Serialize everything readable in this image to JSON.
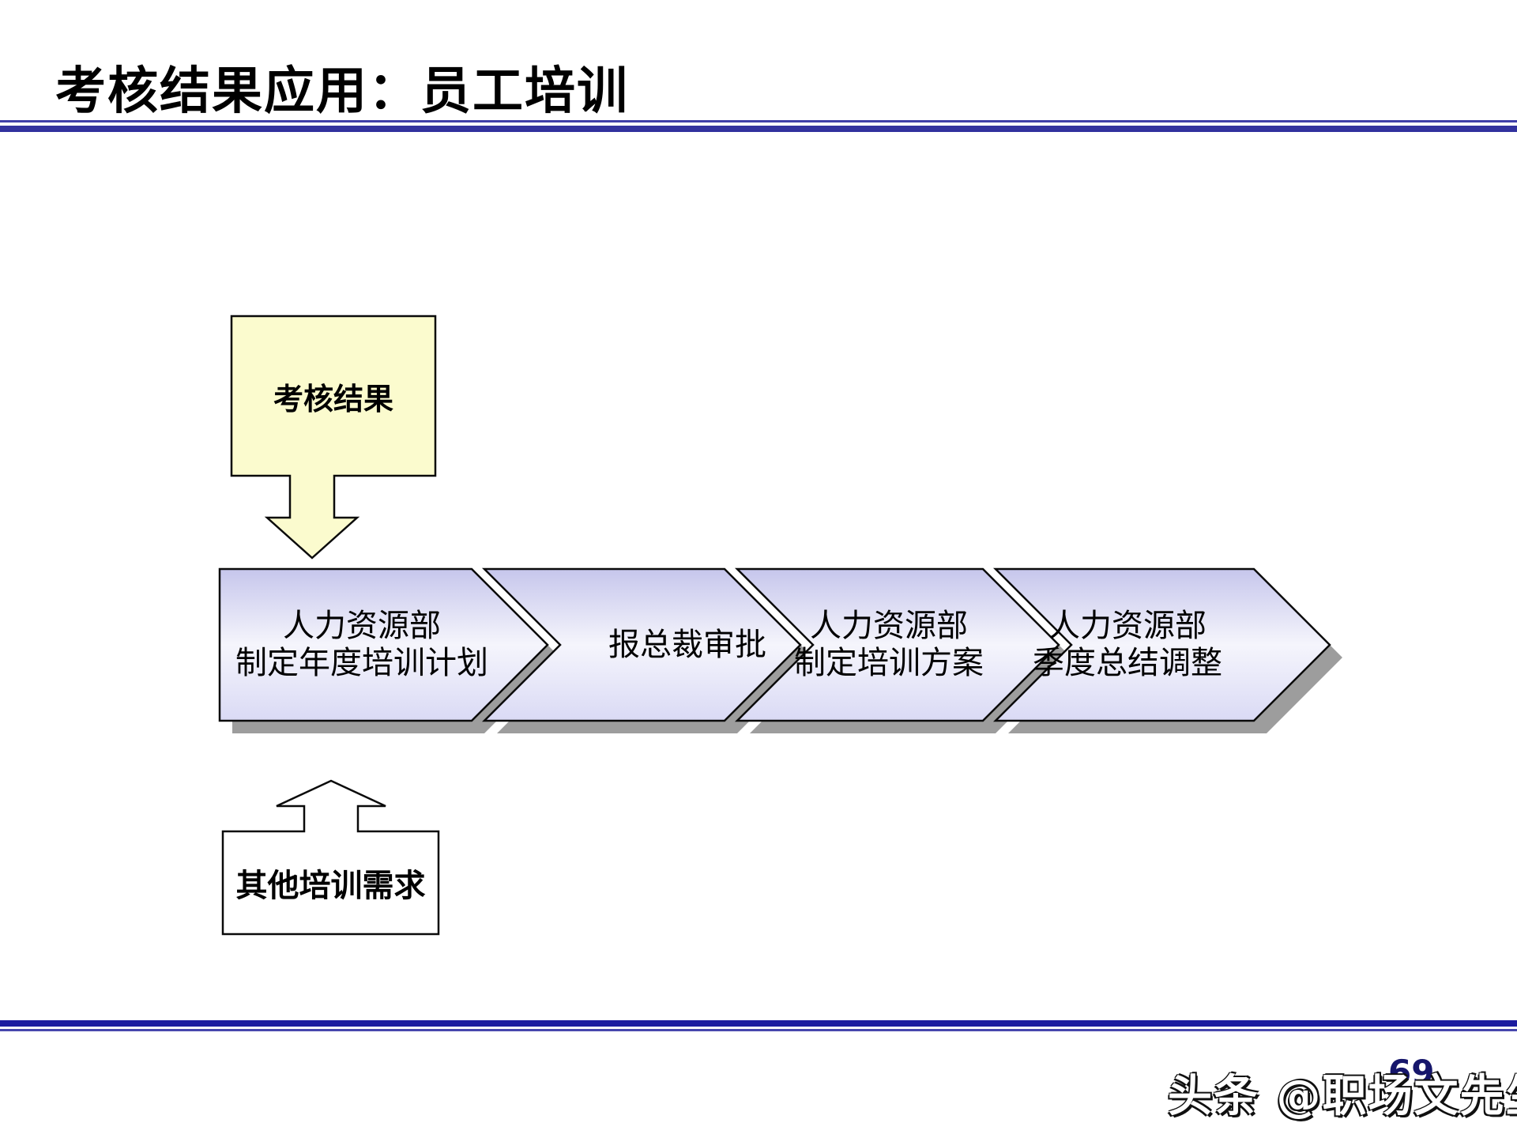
{
  "slide": {
    "title": "考核结果应用：员工培训",
    "page_number": "69",
    "watermark": "头条 @职场文先生"
  },
  "diagram": {
    "assessment_box": {
      "label": "考核结果"
    },
    "other_needs_box": {
      "label": "其他培训需求"
    },
    "steps": [
      {
        "line1": "人力资源部",
        "line2": "制定年度培训计划"
      },
      {
        "line1": "报总裁审批",
        "line2": ""
      },
      {
        "line1": "人力资源部",
        "line2": "制定培训方案"
      },
      {
        "line1": "人力资源部",
        "line2": "季度总结调整"
      }
    ]
  },
  "colors": {
    "top_rule": "#31319e",
    "bottom_rule": "#1c1c9f",
    "chevron_gradient_top": "#c6c6ec",
    "chevron_gradient_middle": "#f5f5fc",
    "chevron_gradient_bottom": "#dadaf5",
    "callout_yellow": "#fbfbce",
    "shadow_gray": "#9d9d9d",
    "page_number_navy": "#16166b"
  }
}
